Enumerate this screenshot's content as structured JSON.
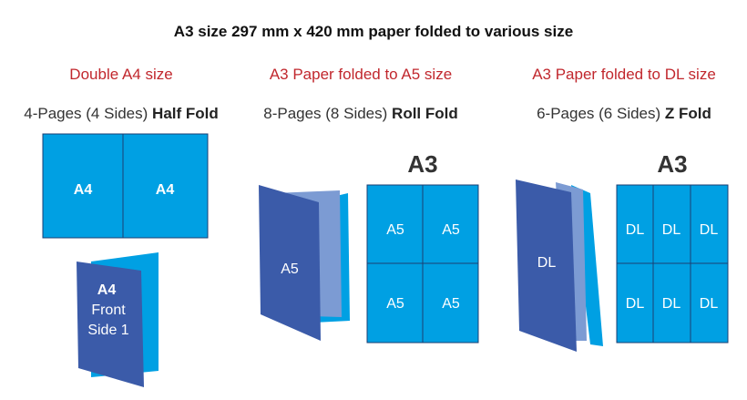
{
  "title": "A3 size 297 mm x 420 mm paper folded to various size",
  "sections": [
    {
      "heading": "Double A4 size",
      "subtitle": "4-Pages (4 Sides)",
      "fold": "Half Fold",
      "sheet_panels": [
        "A4",
        "A4"
      ],
      "folded_label_bold": "A4",
      "folded_label_line2": "Front",
      "folded_label_line3": "Side 1"
    },
    {
      "heading": "A3 Paper folded to A5 size",
      "subtitle": "8-Pages (8 Sides)",
      "fold": "Roll Fold",
      "sheet_label": "A3",
      "sheet_panels": [
        "A5",
        "A5",
        "A5",
        "A5"
      ],
      "folded_label": "A5"
    },
    {
      "heading": "A3 Paper folded to DL size",
      "subtitle": "6-Pages (6 Sides)",
      "fold": "Z Fold",
      "sheet_label": "A3",
      "sheet_panels": [
        "DL",
        "DL",
        "DL",
        "DL",
        "DL",
        "DL"
      ],
      "folded_label": "DL"
    }
  ],
  "colors": {
    "panel": "#00a0e3",
    "cover": "#3b5ba9",
    "inner_fold": "#7c9bd3",
    "heading_red": "#c1272d",
    "border": "#1c3f73"
  }
}
